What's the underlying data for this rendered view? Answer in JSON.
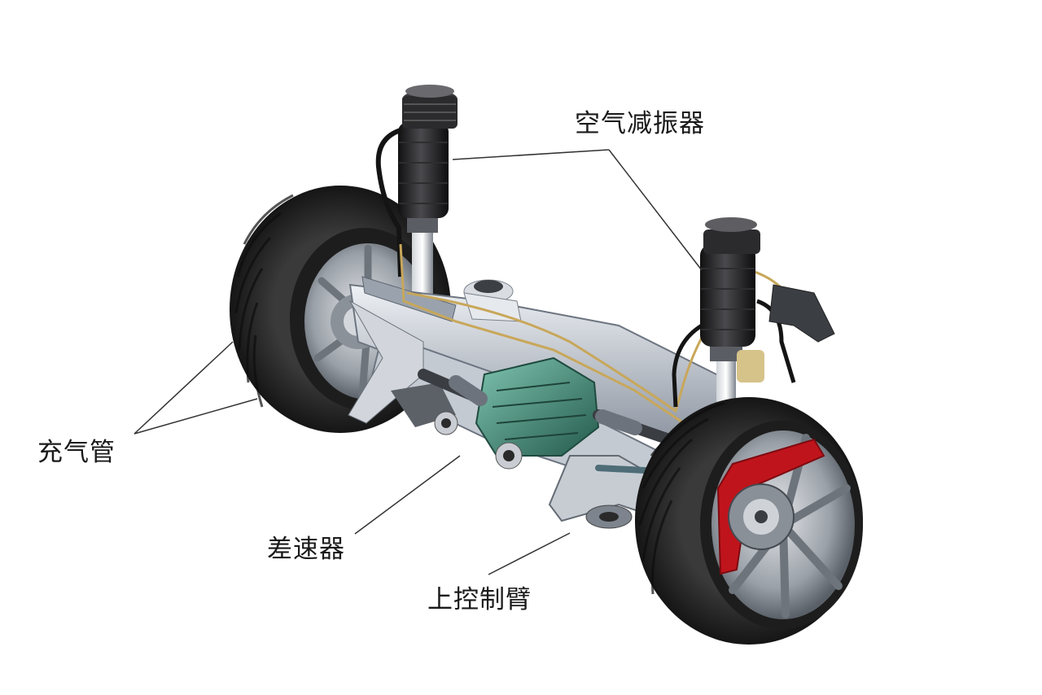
{
  "labels": {
    "air_shock": "空气减振器",
    "air_tube": "充气管",
    "differential": "差速器",
    "upper_control_arm": "上控制臂"
  },
  "colors": {
    "background": "#ffffff",
    "label_text": "#1a1a1a",
    "leader_line": "#333333",
    "tire": "#2a2a2a",
    "rim": "#b8bcc2",
    "frame": "#c9ced6",
    "differential_housing": "#3f8f7a",
    "brake_caliper": "#c0141c",
    "air_spring": "#1c1c1e",
    "brass_line": "#c8a75a"
  }
}
